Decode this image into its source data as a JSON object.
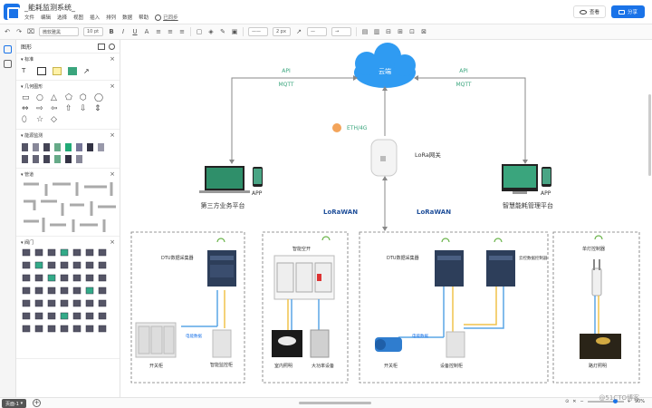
{
  "titlebar": {
    "doc_title": "_能耗监测系统_",
    "menu": [
      "文件",
      "编辑",
      "选择",
      "视图",
      "插入",
      "排列",
      "数据",
      "帮助"
    ],
    "sync_label": "已同步",
    "view_label": "查看",
    "share_label": "分享"
  },
  "toolbar": {
    "font": "微软雅黑",
    "size": "10 pt",
    "stroke": "2 px"
  },
  "sidebar": {
    "title": "图形",
    "sections": [
      {
        "label": "标准"
      },
      {
        "label": "几何图形"
      },
      {
        "label": "能源监测"
      },
      {
        "label": "管道"
      },
      {
        "label": "阀门"
      }
    ]
  },
  "diagram": {
    "cloud": "云端",
    "api_left": "API",
    "mqtt_left": "MQTT",
    "api_right": "API",
    "mqtt_right": "MQTT",
    "eth": "ETH/4G",
    "gateway": "LoRa网关",
    "app_left": "APP",
    "app_right": "APP",
    "platform_left": "第三方业务平台",
    "platform_right": "智慧能耗管理平台",
    "lora_left": "LoRaWAN",
    "lora_right": "LoRaWAN",
    "panels": [
      {
        "dtu": "DTU数据采集器",
        "line": "电能数据",
        "a": "开关柜",
        "b": "智能监控柜"
      },
      {
        "title": "智能空开",
        "a": "室内照明",
        "b": "大功率设备"
      },
      {
        "dtu": "DTU数据采集器",
        "dtu2": "云控数据控制器",
        "line": "电能数据",
        "a": "开关柜",
        "b": "设备控制柜"
      },
      {
        "title": "单灯控制器",
        "a": "路灯照明"
      }
    ]
  },
  "status": {
    "page": "页面-1",
    "zoom": "90%",
    "watermark": "@51CTO博客"
  },
  "colors": {
    "accent": "#1a73e8",
    "cloud": "#2f9bf2",
    "blue_line": "#5aa5e6",
    "yellow_line": "#f0c24a"
  }
}
